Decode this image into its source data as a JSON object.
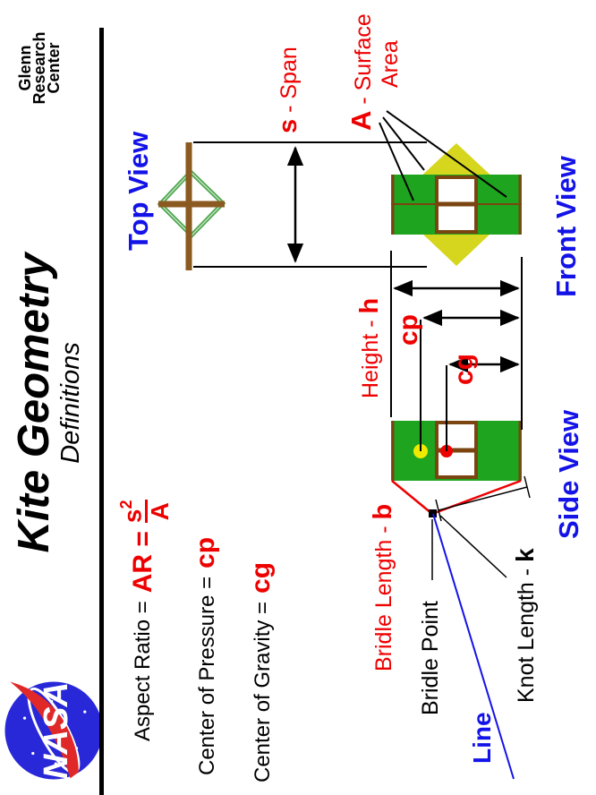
{
  "header": {
    "title": "Kite Geometry",
    "subtitle": "Definitions",
    "org": {
      "l1": "Glenn",
      "l2": "Research",
      "l3": "Center"
    },
    "logo": {
      "name": "NASA insignia",
      "text": "NASA"
    }
  },
  "formulas": {
    "line1": {
      "black": "Aspect  Ratio  =",
      "red": "AR  =",
      "num_base": "s",
      "num_exp": "2",
      "den": "A"
    },
    "line2": {
      "black": "Center of Pressure  =",
      "red": "cp"
    },
    "line3": {
      "black": "Center of Gravity  =",
      "red": "cg"
    }
  },
  "views": {
    "top": "Top View",
    "front": "Front View",
    "side": "Side View"
  },
  "dims": {
    "span_sym": "s",
    "span_rest": " - Span",
    "area_sym": "A",
    "area_rest": " - Surface",
    "area_line2": "Area",
    "height_prefix": "Height - ",
    "height_sym": "h",
    "cp": "cp",
    "cg": "cg",
    "bridle_prefix": "Bridle Length - ",
    "bridle_sym": "b",
    "knot_prefix": "Knot Length - ",
    "knot_sym": "k",
    "bridle_point": "Bridle Point",
    "line": "Line"
  },
  "colors": {
    "red": "#EE0000",
    "blue": "#1313E8",
    "green": "#1EA41E",
    "lt_green": "#55AA55",
    "yellow": "#D6D61E",
    "brown": "#8A5A20",
    "dk_brown": "#7A4510",
    "dot_yellow": "#F0EA00",
    "nasa_blue": "#2828D8",
    "nasa_red": "#E02828",
    "black": "#000000"
  }
}
